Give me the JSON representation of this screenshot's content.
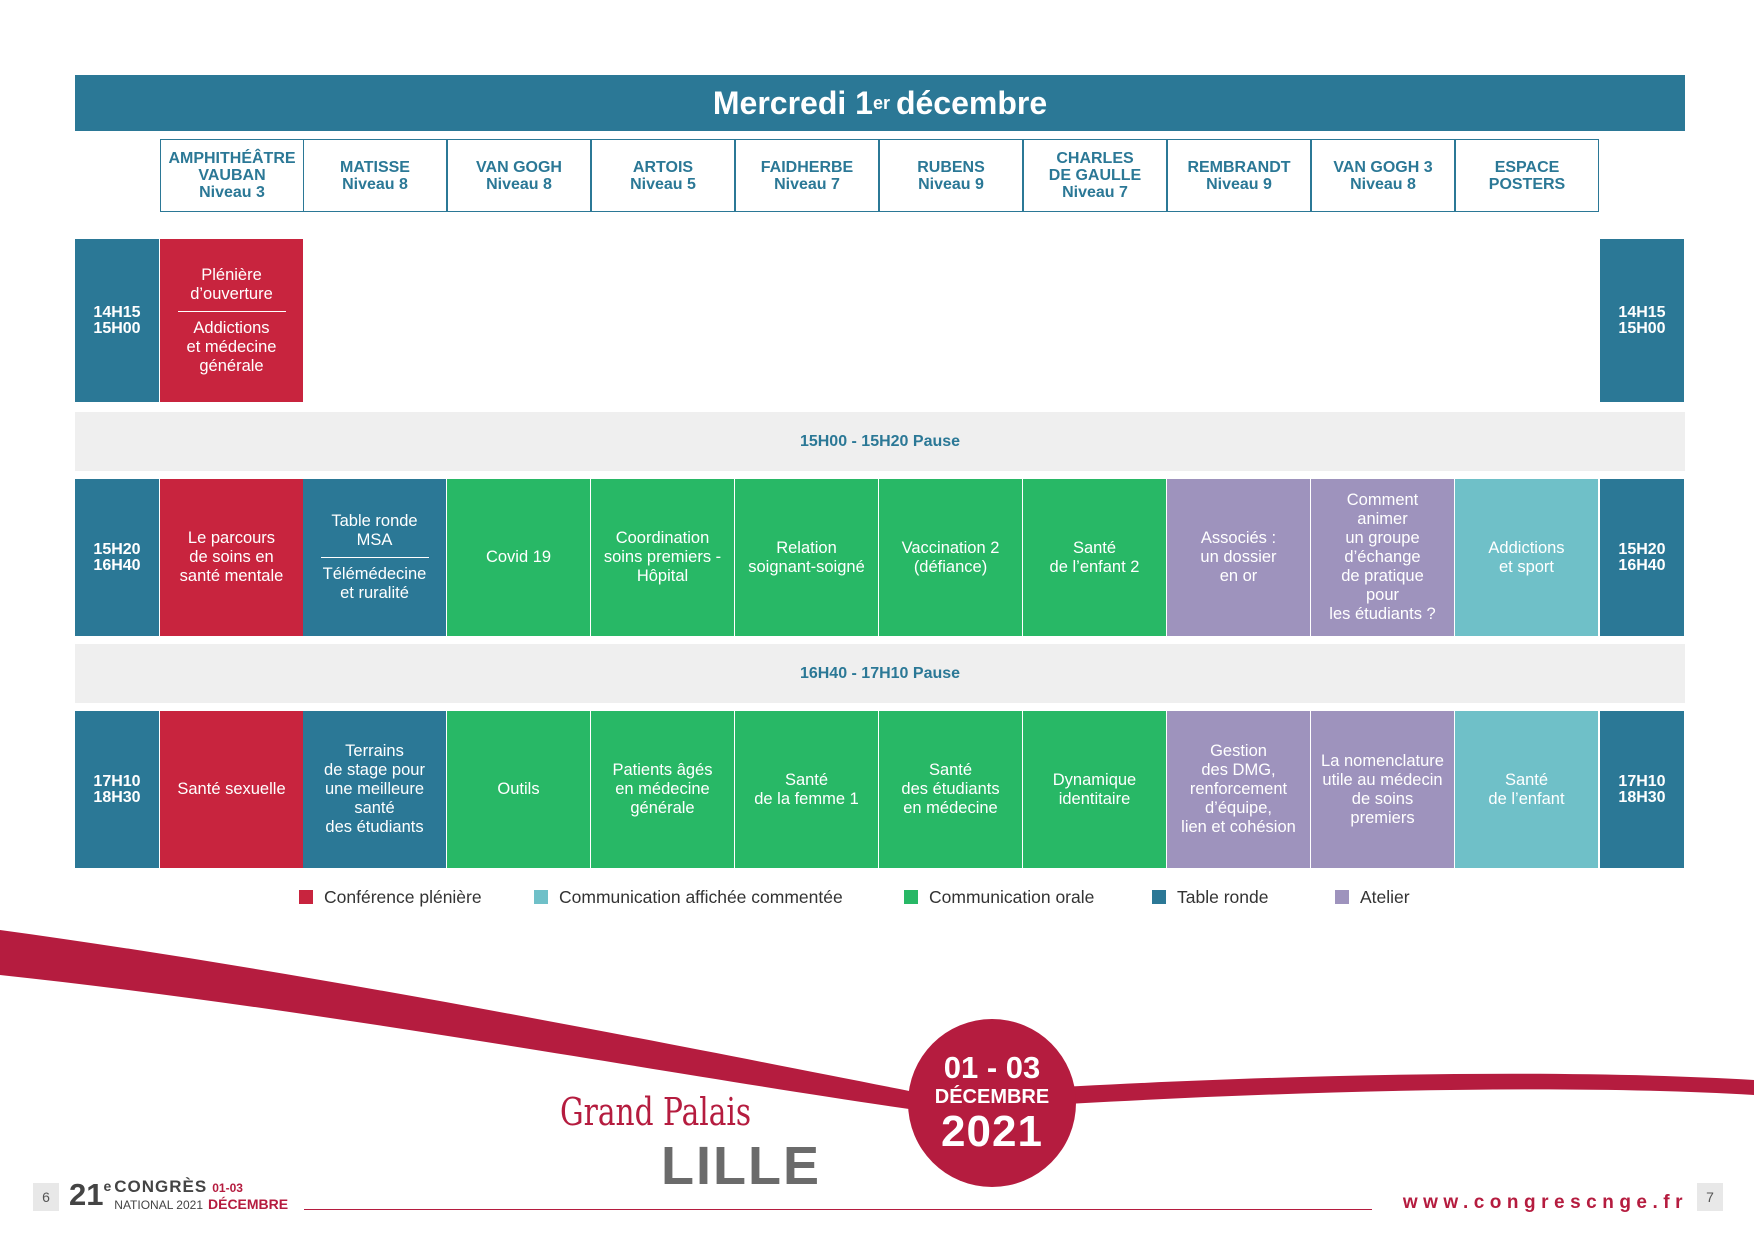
{
  "title": {
    "prefix": "Mercredi 1",
    "sup": "er",
    "suffix": "décembre"
  },
  "rooms": [
    {
      "lines": [
        "AMPHITHÉÂTRE",
        "VAUBAN",
        "Niveau 3"
      ]
    },
    {
      "lines": [
        "MATISSE",
        "Niveau 8"
      ]
    },
    {
      "lines": [
        "VAN GOGH",
        "Niveau 8"
      ]
    },
    {
      "lines": [
        "ARTOIS",
        "Niveau 5"
      ]
    },
    {
      "lines": [
        "FAIDHERBE",
        "Niveau 7"
      ]
    },
    {
      "lines": [
        "RUBENS",
        "Niveau 9"
      ]
    },
    {
      "lines": [
        "CHARLES",
        "DE GAULLE",
        "Niveau 7"
      ]
    },
    {
      "lines": [
        "REMBRANDT",
        "Niveau 9"
      ]
    },
    {
      "lines": [
        "VAN GOGH 3",
        "Niveau 8"
      ]
    },
    {
      "lines": [
        "ESPACE",
        "POSTERS"
      ]
    }
  ],
  "slots": [
    {
      "time": [
        "14H15",
        "15H00"
      ],
      "sessions": [
        {
          "col": 0,
          "type": "pleniere",
          "parts": [
            [
              "Plénière",
              "d’ouverture"
            ],
            [
              "Addictions",
              "et médecine",
              "générale"
            ]
          ]
        }
      ]
    },
    {
      "time": [
        "15H20",
        "16H40"
      ],
      "sessions": [
        {
          "col": 0,
          "type": "pleniere",
          "parts": [
            [
              "Le parcours",
              "de soins en",
              "santé mentale"
            ]
          ]
        },
        {
          "col": 1,
          "type": "table",
          "parts": [
            [
              "Table ronde",
              "MSA"
            ],
            [
              "Télémédecine",
              "et ruralité"
            ]
          ]
        },
        {
          "col": 2,
          "type": "orale",
          "parts": [
            [
              "Covid 19"
            ]
          ]
        },
        {
          "col": 3,
          "type": "orale",
          "parts": [
            [
              "Coordination",
              "soins premiers -",
              "Hôpital"
            ]
          ]
        },
        {
          "col": 4,
          "type": "orale",
          "parts": [
            [
              "Relation",
              "soignant-soigné"
            ]
          ]
        },
        {
          "col": 5,
          "type": "orale",
          "parts": [
            [
              "Vaccination 2",
              "(défiance)"
            ]
          ]
        },
        {
          "col": 6,
          "type": "orale",
          "parts": [
            [
              "Santé",
              "de l’enfant 2"
            ]
          ]
        },
        {
          "col": 7,
          "type": "atelier",
          "parts": [
            [
              "Associés :",
              "un dossier",
              "en or"
            ]
          ]
        },
        {
          "col": 8,
          "type": "atelier",
          "parts": [
            [
              "Comment",
              "animer",
              "un groupe",
              "d’échange",
              "de pratique",
              "pour",
              "les étudiants ?"
            ]
          ]
        },
        {
          "col": 9,
          "type": "affichee",
          "parts": [
            [
              "Addictions",
              "et sport"
            ]
          ]
        }
      ]
    },
    {
      "time": [
        "17H10",
        "18H30"
      ],
      "sessions": [
        {
          "col": 0,
          "type": "pleniere",
          "parts": [
            [
              "Santé sexuelle"
            ]
          ]
        },
        {
          "col": 1,
          "type": "table",
          "parts": [
            [
              "Terrains",
              "de stage pour",
              "une meilleure",
              "santé",
              "des étudiants"
            ]
          ]
        },
        {
          "col": 2,
          "type": "orale",
          "parts": [
            [
              "Outils"
            ]
          ]
        },
        {
          "col": 3,
          "type": "orale",
          "parts": [
            [
              "Patients âgés",
              "en médecine",
              "générale"
            ]
          ]
        },
        {
          "col": 4,
          "type": "orale",
          "parts": [
            [
              "Santé",
              "de la femme 1"
            ]
          ]
        },
        {
          "col": 5,
          "type": "orale",
          "parts": [
            [
              "Santé",
              "des étudiants",
              "en médecine"
            ]
          ]
        },
        {
          "col": 6,
          "type": "orale",
          "parts": [
            [
              "Dynamique",
              "identitaire"
            ]
          ]
        },
        {
          "col": 7,
          "type": "atelier",
          "parts": [
            [
              "Gestion",
              "des DMG,",
              "renforcement",
              "d’équipe,",
              "lien et cohésion"
            ]
          ]
        },
        {
          "col": 8,
          "type": "atelier",
          "parts": [
            [
              "La nomenclature",
              "utile au médecin",
              "de soins",
              "premiers"
            ]
          ]
        },
        {
          "col": 9,
          "type": "affichee",
          "parts": [
            [
              "Santé",
              "de l’enfant"
            ]
          ]
        }
      ]
    }
  ],
  "pauses": [
    "15H00 - 15H20 Pause",
    "16H40 - 17H10 Pause"
  ],
  "legend": [
    {
      "type": "pleniere",
      "label": "Conférence plénière"
    },
    {
      "type": "affichee",
      "label": "Communication affichée commentée"
    },
    {
      "type": "orale",
      "label": "Communication orale"
    },
    {
      "type": "table",
      "label": "Table ronde"
    },
    {
      "type": "atelier",
      "label": "Atelier"
    }
  ],
  "colors": {
    "pleniere": "#c8243e",
    "affichee": "#6fc0c8",
    "orale": "#28b866",
    "table": "#2b7896",
    "atelier": "#9e93bd",
    "brand_red": "#b51c3f",
    "teal": "#2b7896"
  },
  "venue": {
    "line1": "Grand Palais",
    "line2": "LILLE"
  },
  "date_badge": {
    "days": "01 - 03",
    "month": "DÉCEMBRE",
    "year": "2021"
  },
  "footer": {
    "page_left": "6",
    "page_right": "7",
    "congress_number": "21",
    "congress_sup": "e",
    "congress_word": "CONGRÈS",
    "congress_sub": "NATIONAL 2021",
    "congress_dates": "01-03",
    "congress_month": "DÉCEMBRE",
    "website": "www.congrescnge.fr"
  }
}
